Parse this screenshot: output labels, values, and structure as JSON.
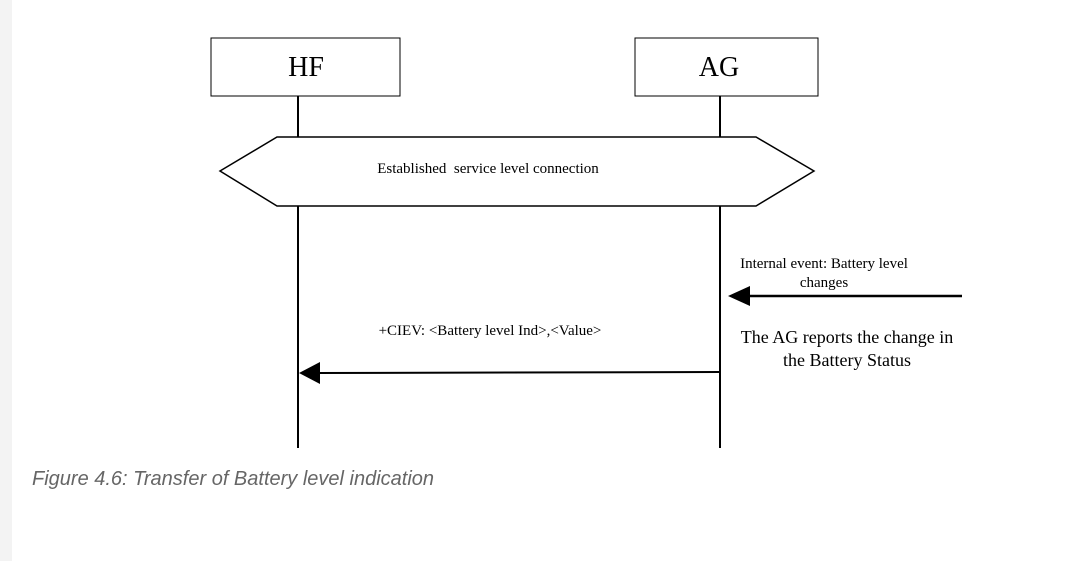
{
  "entities": {
    "hf": "HF",
    "ag": "AG"
  },
  "connection_label": "Established  service level connection",
  "internal_event": {
    "line1": "Internal event: Battery level",
    "line2": "changes"
  },
  "message_label": "+CIEV: <Battery level Ind>,<Value>",
  "ag_note": {
    "line1": "The AG reports the change in",
    "line2": "the Battery Status"
  },
  "caption": "Figure 4.6: Transfer of Battery level indication"
}
